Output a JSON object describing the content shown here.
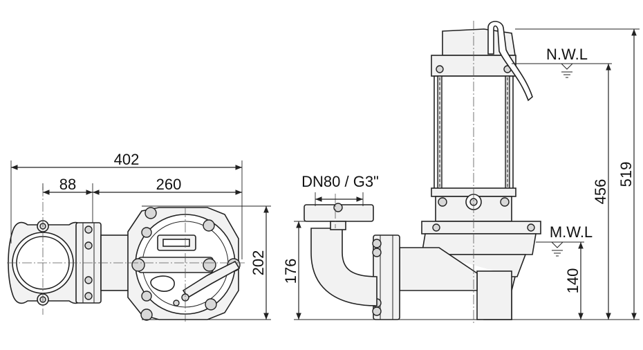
{
  "dimensions": {
    "overall_length": "402",
    "outlet_offset": "88",
    "pump_length": "260",
    "plan_height": "202",
    "outlet_height": "176",
    "outlet_size": "DN80 / G3\"",
    "total_height": "519",
    "nwl_height": "456",
    "mwl_height": "140"
  },
  "levels": {
    "nwl": "N.W.L",
    "mwl": "M.W.L"
  }
}
